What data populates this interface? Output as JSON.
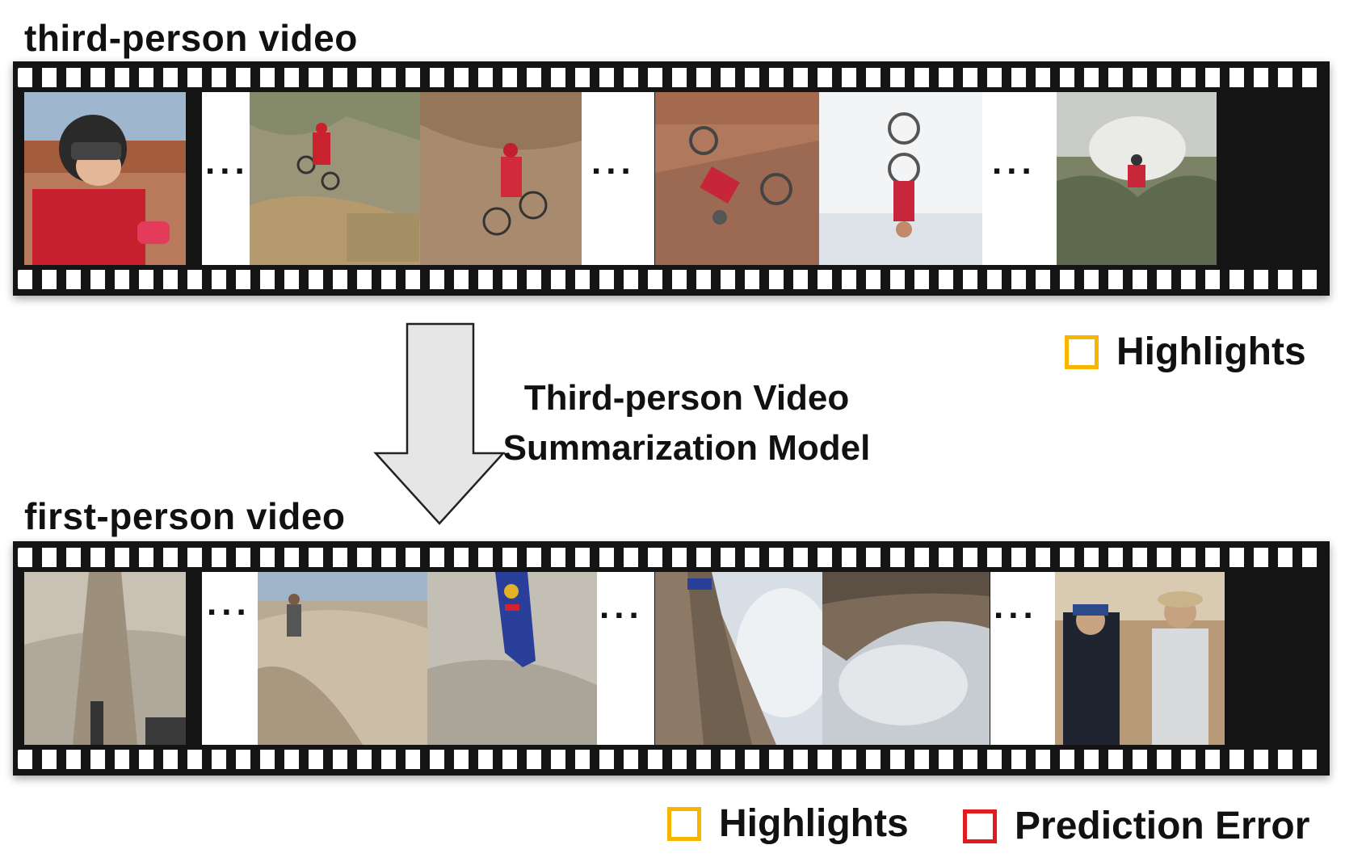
{
  "top_strip": {
    "title": "third-person video",
    "ellipsis": "...",
    "legend": {
      "label": "Highlights",
      "color": "#f7b500"
    }
  },
  "model": {
    "line1": "Third-person Video",
    "line2": "Summarization Model"
  },
  "bottom_strip": {
    "title": "first-person video",
    "ellipsis": "...",
    "legend": [
      {
        "label": "Highlights",
        "color": "#f7b500"
      },
      {
        "label": "Prediction Error",
        "color": "#e31b1b"
      }
    ]
  },
  "colors": {
    "highlight": "#f7b500",
    "prediction_error": "#e31b1b",
    "film": "#141414",
    "arrow_fill": "#e6e6e6"
  }
}
